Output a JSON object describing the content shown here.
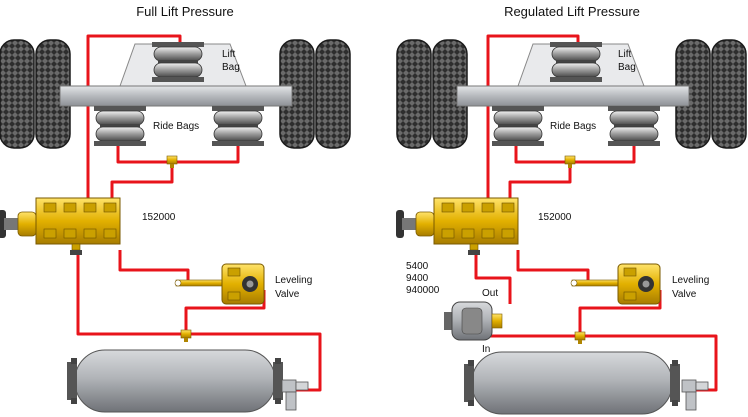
{
  "panels": [
    {
      "title": "Full Lift Pressure",
      "lift_bag_line1": "Lift",
      "lift_bag_line2": "Bag",
      "ride_bags": "Ride Bags",
      "valve_part": "152000",
      "leveling_line1": "Leveling",
      "leveling_line2": "Valve"
    },
    {
      "title": "Regulated Lift Pressure",
      "lift_bag_line1": "Lift",
      "lift_bag_line2": "Bag",
      "ride_bags": "Ride Bags",
      "valve_part": "152000",
      "leveling_line1": "Leveling",
      "leveling_line2": "Valve",
      "regulator_parts": [
        "5400",
        "9400",
        "940000"
      ],
      "regulator_out": "Out",
      "regulator_in": "In"
    }
  ],
  "colors": {
    "air_line": "#e8141b",
    "axle": "#b9bcc0",
    "tire": "#3a3a3a",
    "valve": "#e6b800",
    "tank": "#a9adb2"
  },
  "icons": [
    "tire-icon",
    "air-bag-icon",
    "control-valve-icon",
    "leveling-valve-icon",
    "regulator-icon",
    "air-tank-icon",
    "tee-fitting-icon"
  ]
}
